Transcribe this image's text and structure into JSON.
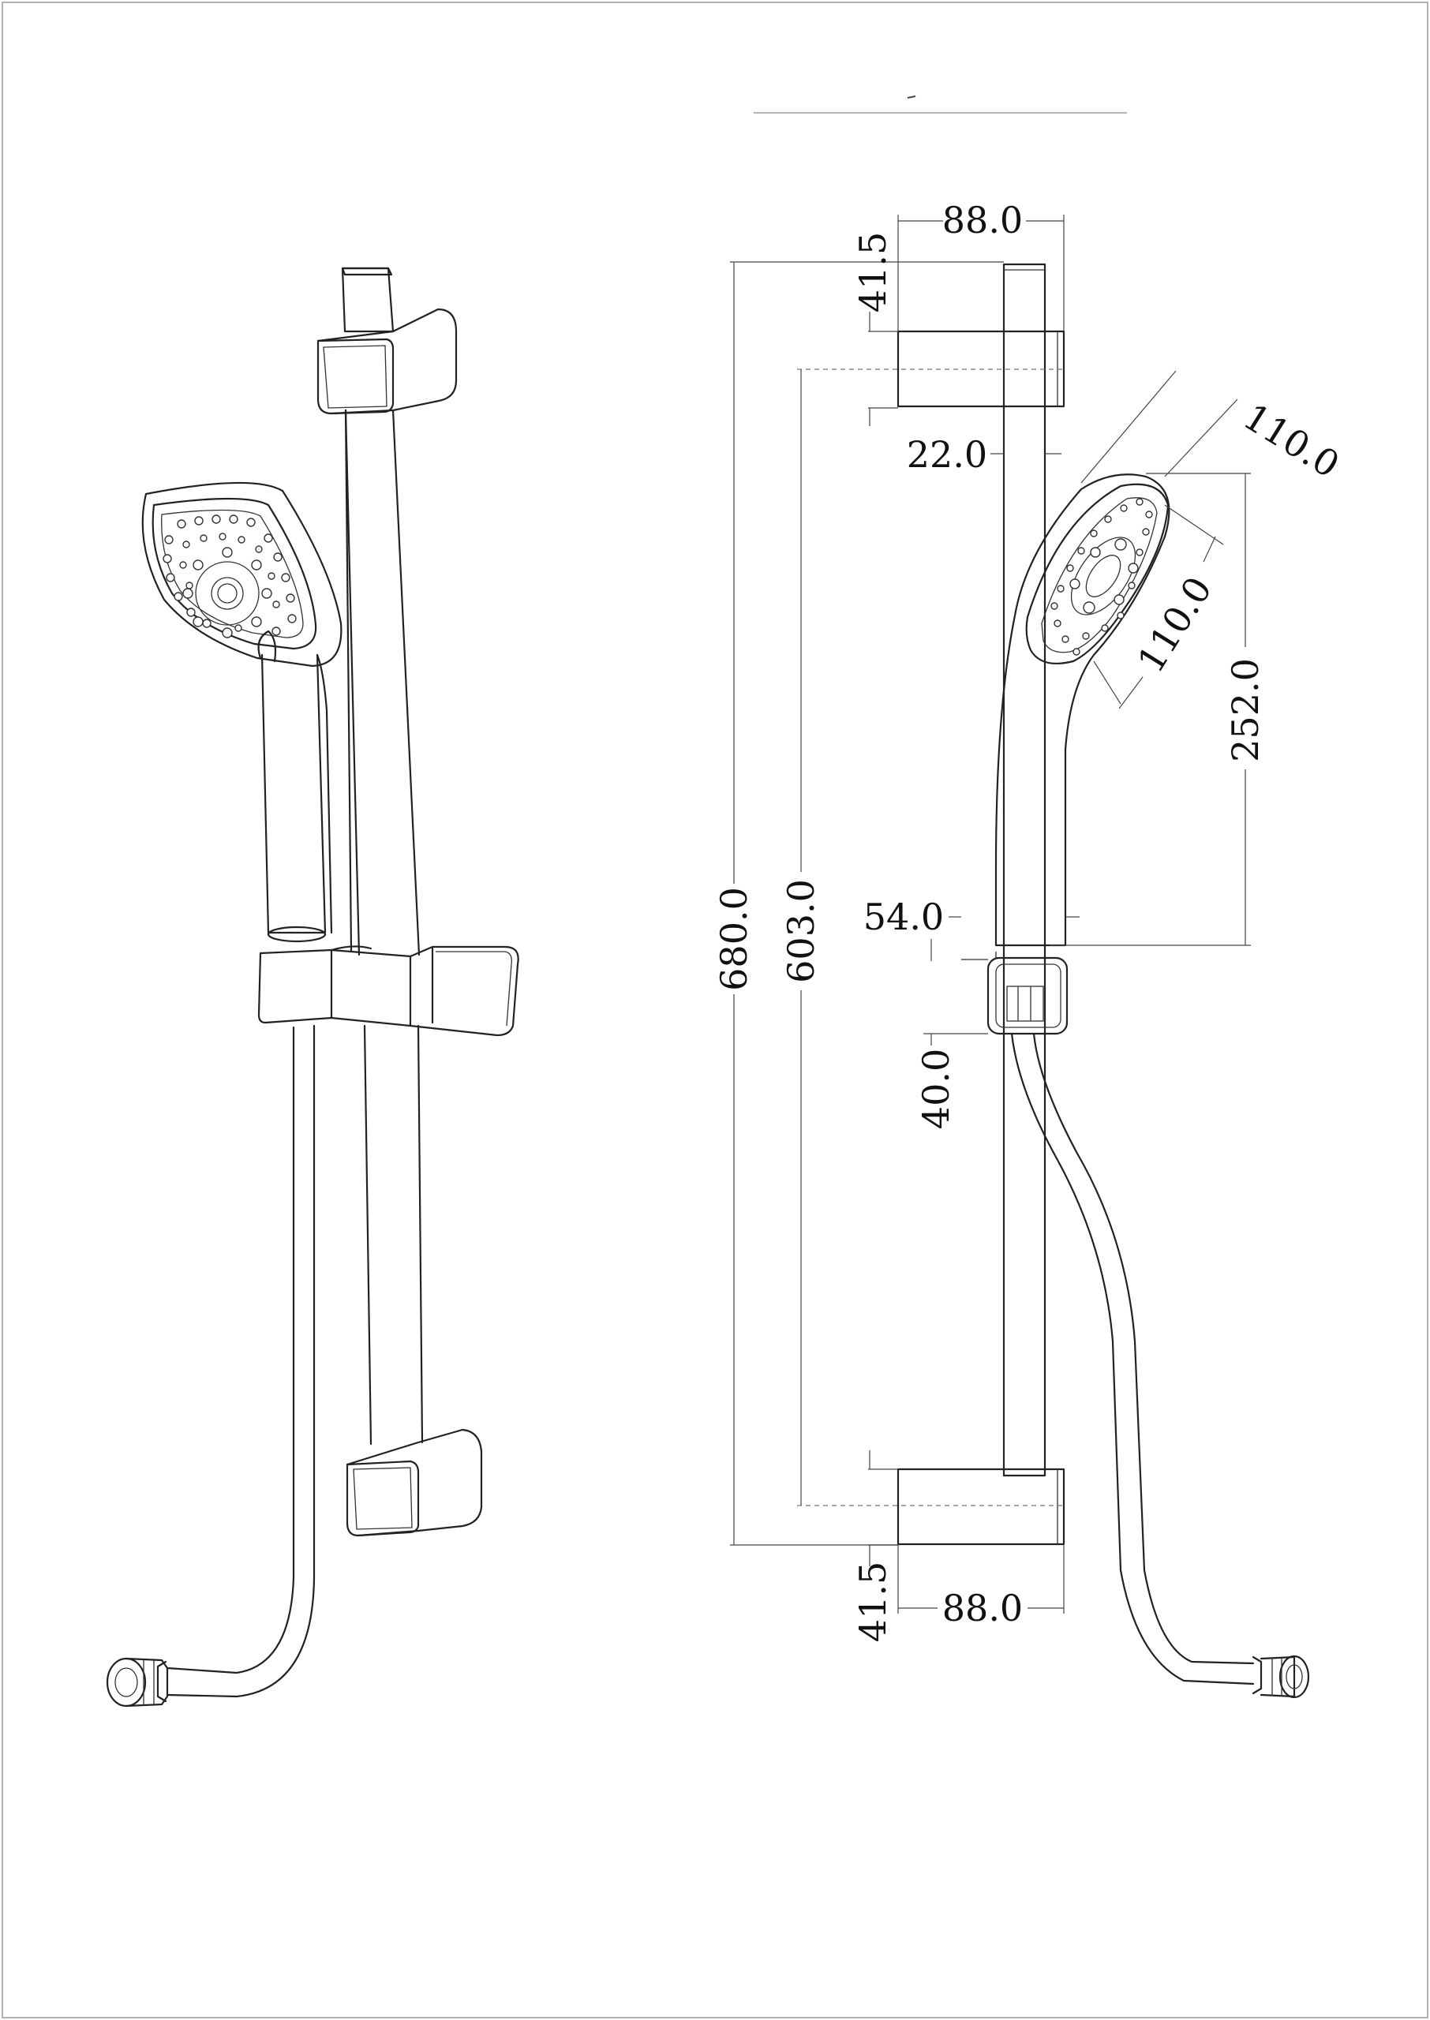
{
  "drawing": {
    "title": "",
    "dimensions": {
      "top_width": "88.0",
      "top_bracket_height": "41.5",
      "wall_offset": "22.0",
      "head_width": "110.0",
      "head_depth": "110.0",
      "head_height": "252.0",
      "holder_offset": "54.0",
      "holder_height": "40.0",
      "total_height": "680.0",
      "bracket_spacing": "603.0",
      "bottom_bracket_height": "41.5",
      "bottom_width": "88.0"
    }
  }
}
